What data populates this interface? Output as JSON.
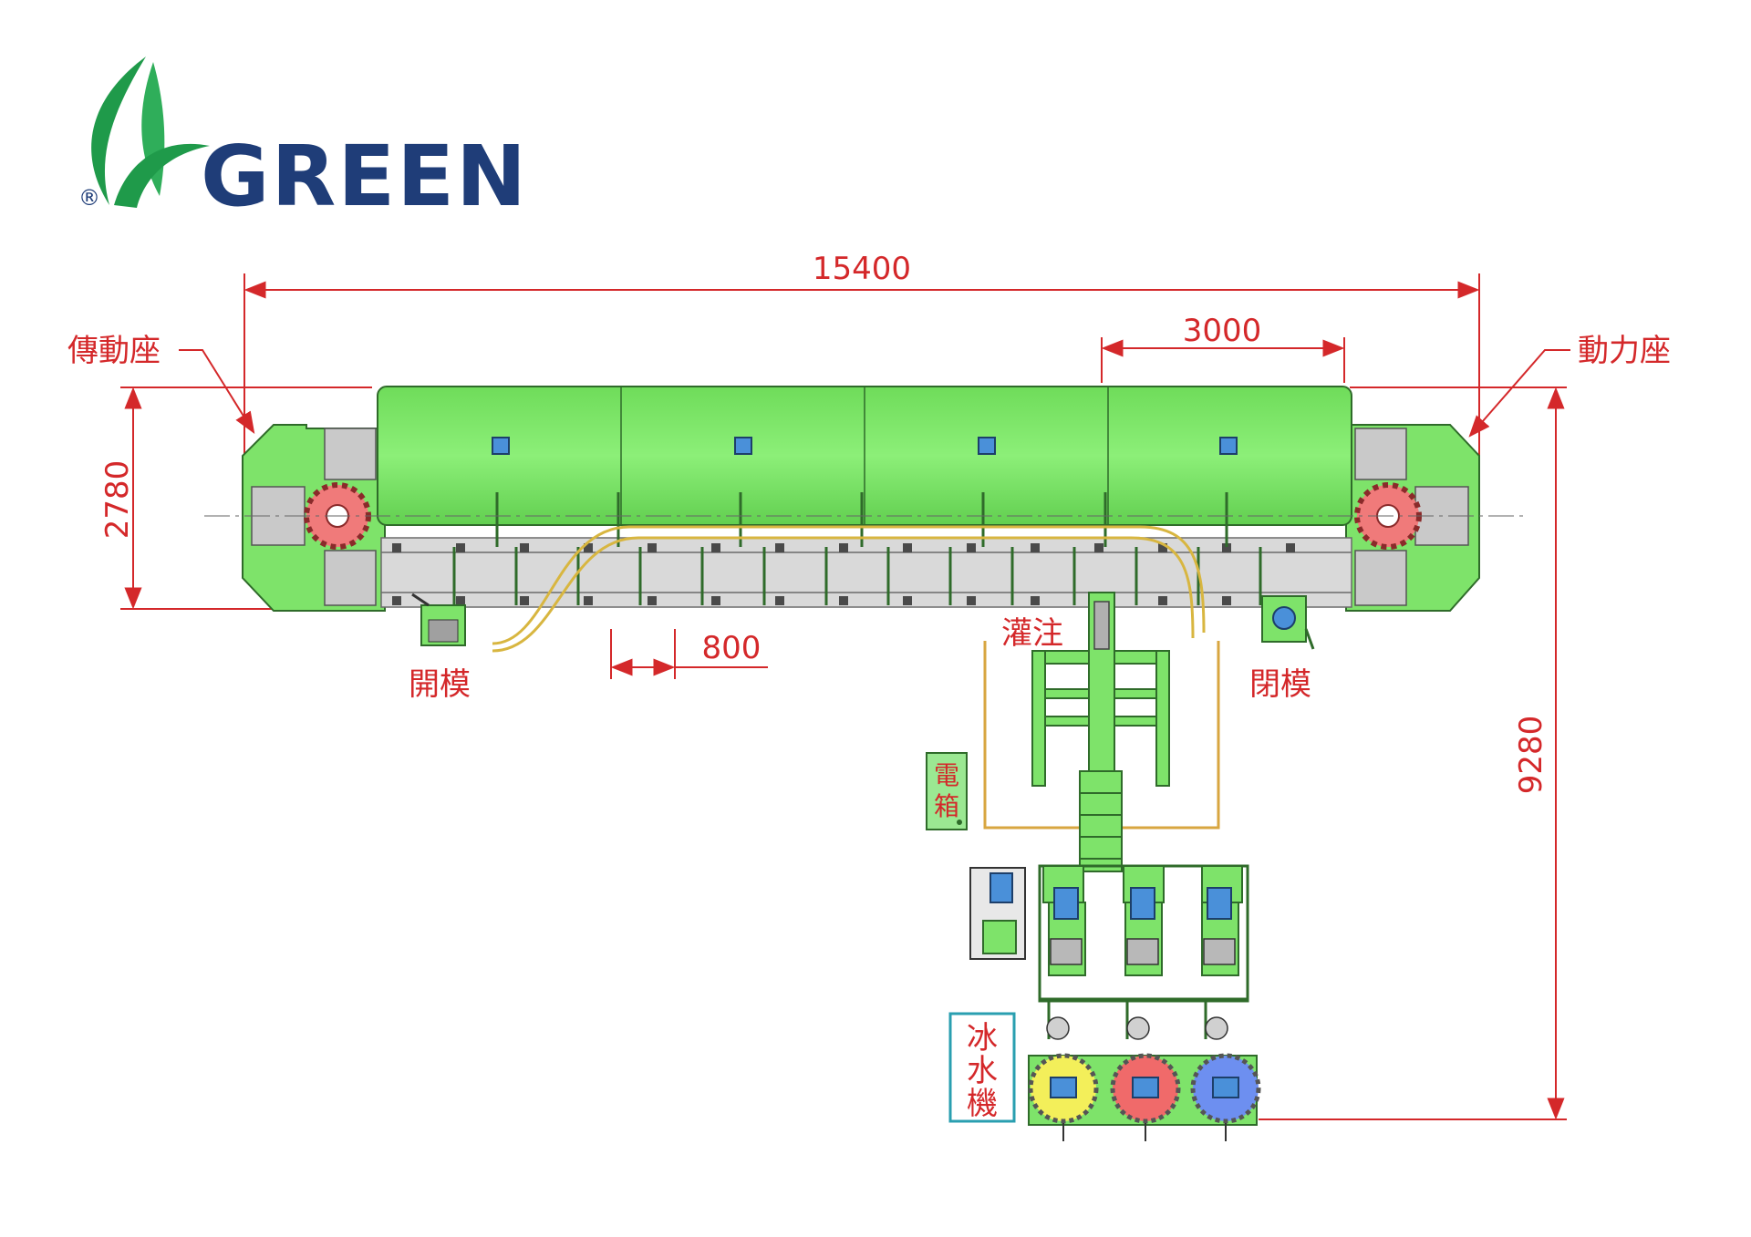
{
  "logo": {
    "wordmark": "GREEN",
    "registered": "®"
  },
  "dimensions": {
    "overall_length": "15400",
    "section_length": "3000",
    "pitch": "800",
    "width": "2780",
    "total_depth": "9280"
  },
  "labels": {
    "drive_seat": "傳動座",
    "power_seat": "動力座",
    "open_mold": "開模",
    "close_mold": "閉模",
    "pouring": "灌注",
    "electric_box": "電箱",
    "chiller": "冰水機"
  },
  "colors": {
    "machine_green": "#7ee36a",
    "machine_outline": "#2f6b2a",
    "dim_red": "#d4282a",
    "logo_green": "#1f9a4a",
    "logo_blue": "#1f3d78",
    "tank_yellow": "#f3ef5a",
    "tank_red": "#f06a6a",
    "tank_blue": "#6d8ff0",
    "sprocket_pink": "#f07a7a",
    "guide_yellow": "#d8b640"
  }
}
